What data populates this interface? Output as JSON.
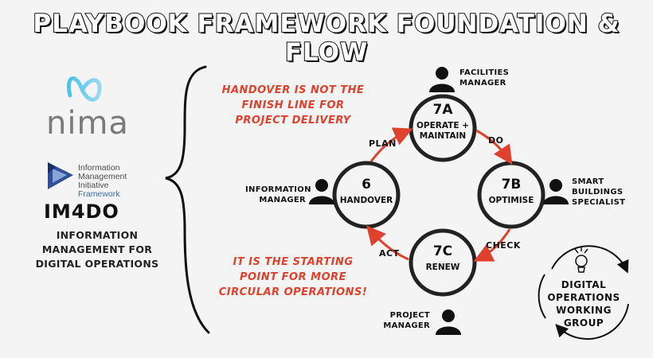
{
  "title": "PLAYBOOK FRAMEWORK FOUNDATION & FLOW",
  "logos": {
    "nima": "nima",
    "imf_lines": [
      "Information",
      "Management",
      "Initiative",
      "Framework"
    ],
    "im4do": "IM4DO",
    "im4do_desc": [
      "INFORMATION",
      "MANAGEMENT FOR",
      "DIGITAL OPERATIONS"
    ]
  },
  "notes": {
    "top": [
      "HANDOVER IS NOT THE",
      "FINISH LINE FOR",
      "PROJECT DELIVERY"
    ],
    "bottom": [
      "IT IS THE STARTING",
      "POINT FOR MORE",
      "CIRCULAR OPERATIONS!"
    ]
  },
  "nodes": {
    "n6": {
      "num": "6",
      "label": [
        "HANDOVER"
      ]
    },
    "n7a": {
      "num": "7A",
      "label": [
        "OPERATE +",
        "MAINTAIN"
      ]
    },
    "n7b": {
      "num": "7B",
      "label": [
        "OPTIMISE"
      ]
    },
    "n7c": {
      "num": "7C",
      "label": [
        "RENEW"
      ]
    }
  },
  "edges": {
    "plan": "PLAN",
    "do": "DO",
    "check": "CHECK",
    "act": "ACT"
  },
  "roles": {
    "facilities": [
      "FACILITIES",
      "MANAGER"
    ],
    "information": [
      "INFORMATION",
      "MANAGER"
    ],
    "smart": [
      "SMART",
      "BUILDINGS",
      "SPECIALIST"
    ],
    "project": [
      "PROJECT",
      "MANAGER"
    ]
  },
  "badge": [
    "DIGITAL",
    "OPERATIONS",
    "WORKING",
    "GROUP"
  ],
  "colors": {
    "accent": "#e0412c",
    "ink": "#111111",
    "nima": "#4fc3e8",
    "imf": "#3b6fb6"
  }
}
